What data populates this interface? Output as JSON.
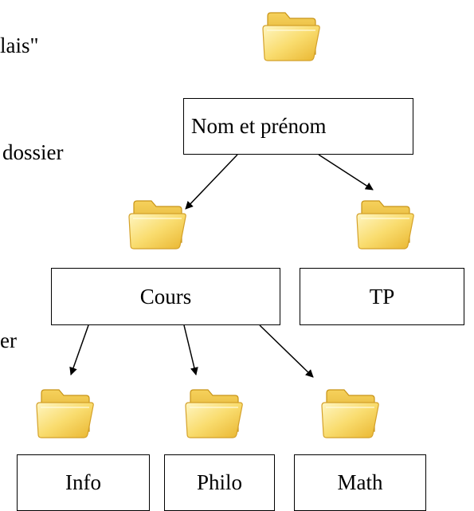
{
  "text_fragments": {
    "line1": "lais\"",
    "line2": "dossier",
    "line3": "er"
  },
  "nodes": {
    "root": {
      "label": "Nom et prénom"
    },
    "cours": {
      "label": "Cours"
    },
    "tp": {
      "label": "TP"
    },
    "info": {
      "label": "Info"
    },
    "philo": {
      "label": "Philo"
    },
    "math": {
      "label": "Math"
    }
  },
  "icons": {
    "folder": "folder-icon"
  },
  "colors": {
    "folder_light": "#FFF3B0",
    "folder_mid": "#F7D25A",
    "folder_dark": "#D9A520",
    "line": "#000000"
  }
}
